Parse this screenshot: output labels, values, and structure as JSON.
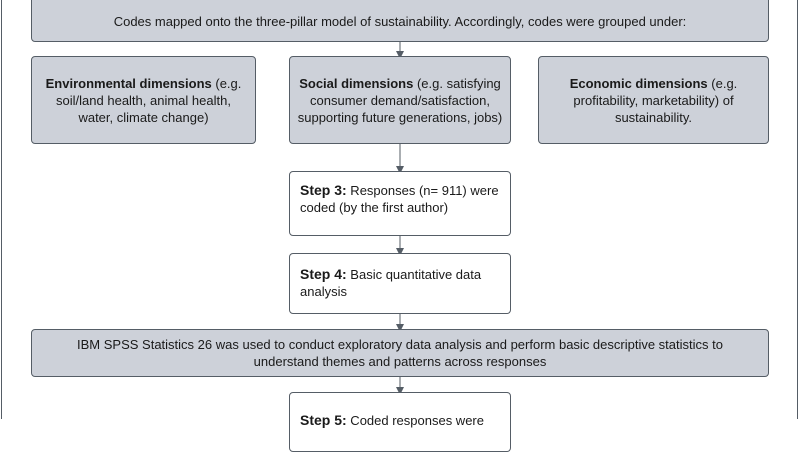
{
  "top_box": {
    "text": "Codes mapped onto the three-pillar model of sustainability. Accordingly, codes were grouped under:"
  },
  "dimensions": [
    {
      "title": "Environmental dimensions",
      "rest": " (e.g. soil/land health, animal health, water, climate change)"
    },
    {
      "title": "Social dimensions",
      "rest": " (e.g. satisfying consumer demand/satisfaction, supporting future generations, jobs)"
    },
    {
      "title": "Economic dimensions",
      "rest": " (e.g. profitability, marketability) of sustainability."
    }
  ],
  "step3": {
    "label": "Step 3:",
    "text": " Responses (n= 911) were coded (by the first author)"
  },
  "step4": {
    "label": "Step 4:",
    "text": " Basic quantitative data analysis"
  },
  "spss_box": {
    "text": "IBM SPSS Statistics 26 was used to conduct exploratory data analysis and perform basic descriptive statistics to understand themes and patterns across responses"
  },
  "step5": {
    "label": "Step 5:",
    "text": " Coded responses were"
  }
}
